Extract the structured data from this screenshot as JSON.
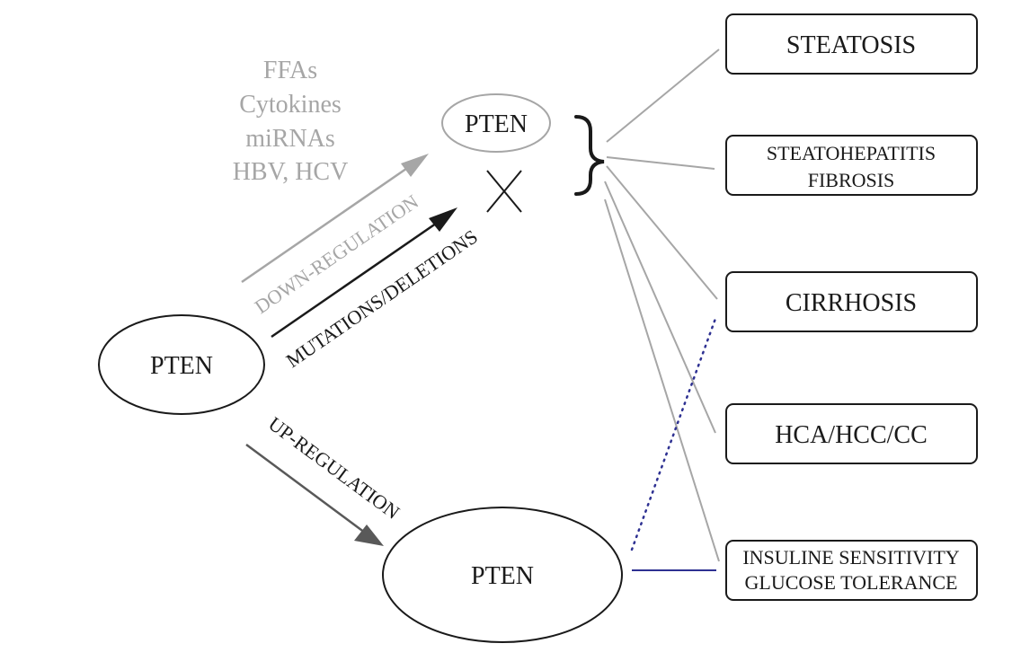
{
  "colors": {
    "gray_light": "#a6a6a6",
    "gray_dark": "#595959",
    "black": "#1a1a1a",
    "blue": "#2e3192"
  },
  "factors": [
    "FFAs",
    "Cytokines",
    "miRNAs",
    "HBV, HCV"
  ],
  "nodes": {
    "pten_main": "PTEN",
    "pten_down": "PTEN",
    "pten_up": "PTEN"
  },
  "arrows": {
    "down_regulation": "DOWN-REGULATION",
    "mutations_deletions": "MUTATIONS/DELETIONS",
    "up_regulation": "UP-REGULATION"
  },
  "outcomes": [
    {
      "lines": [
        "STEATOSIS"
      ]
    },
    {
      "lines": [
        "STEATOHEPATITIS",
        "FIBROSIS"
      ]
    },
    {
      "lines": [
        "CIRRHOSIS"
      ]
    },
    {
      "lines": [
        "HCA/HCC/CC"
      ]
    },
    {
      "lines": [
        "INSULINE SENSITIVITY",
        "GLUCOSE TOLERANCE"
      ]
    }
  ]
}
